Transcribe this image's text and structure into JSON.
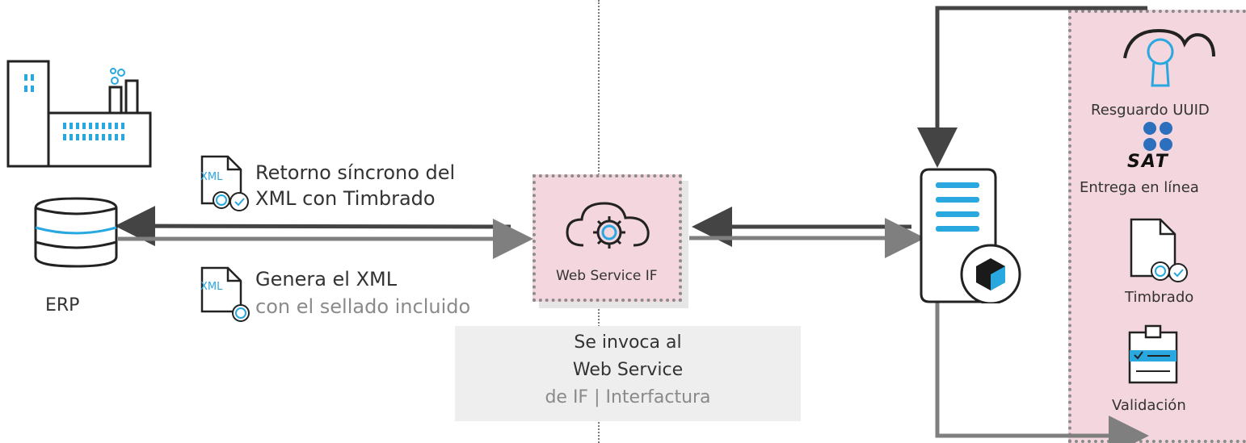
{
  "erp": {
    "label": "ERP"
  },
  "return_step": {
    "xml_tag": "XML",
    "line1": "Retorno síncrono del",
    "line2": "XML con Timbrado"
  },
  "generate_step": {
    "xml_tag": "XML",
    "line1": "Genera el XML",
    "line2": "con el sellado incluido"
  },
  "web_service": {
    "label": "Web Service IF"
  },
  "invoke_note": {
    "line1": "Se invoca al",
    "line2": "Web Service",
    "line3": "de IF | Interfactura"
  },
  "services": [
    {
      "label": "Resguardo UUID",
      "icon": "cloud-keyhole-icon"
    },
    {
      "label": "Entrega en línea",
      "icon": "sat-logo",
      "logo_text": "SAT"
    },
    {
      "label": "Timbrado",
      "icon": "stamped-document-icon"
    },
    {
      "label": "Validación",
      "icon": "clipboard-check-icon"
    }
  ],
  "colors": {
    "pink_panel": "#f3d6de",
    "icon_blue": "#29a8e0",
    "arrow_dark": "#444444",
    "arrow_gray": "#7f7f7f"
  }
}
